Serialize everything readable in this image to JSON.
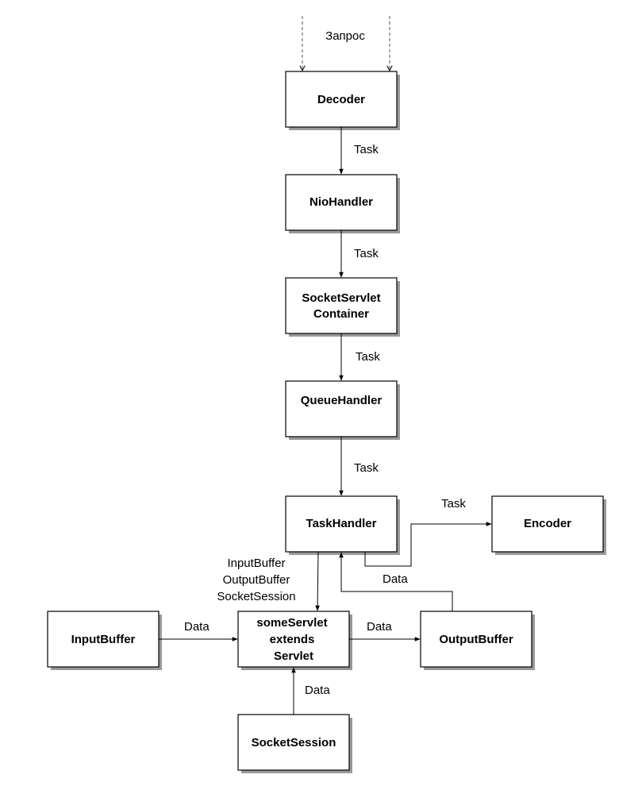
{
  "diagram": {
    "request_label": "Запрос",
    "nodes": {
      "decoder": "Decoder",
      "niohandler": "NioHandler",
      "container_line1": "SocketServlet",
      "container_line2": "Container",
      "queuehandler": "QueueHandler",
      "taskhandler": "TaskHandler",
      "encoder": "Encoder",
      "servlet_line1": "someServlet",
      "servlet_line2": "extends",
      "servlet_line3": "Servlet",
      "inputbuffer": "InputBuffer",
      "outputbuffer": "OutputBuffer",
      "socketsession": "SocketSession"
    },
    "edges": {
      "decoder_to_nio": "Task",
      "nio_to_container": "Task",
      "container_to_queue": "Task",
      "queue_to_task": "Task",
      "task_to_encoder": "Task",
      "task_to_encoder_return": "Data",
      "task_to_servlet_line1": "InputBuffer",
      "task_to_servlet_line2": "OutputBuffer",
      "task_to_servlet_line3": "SocketSession",
      "input_to_servlet": "Data",
      "servlet_to_output": "Data",
      "session_to_servlet": "Data"
    }
  }
}
